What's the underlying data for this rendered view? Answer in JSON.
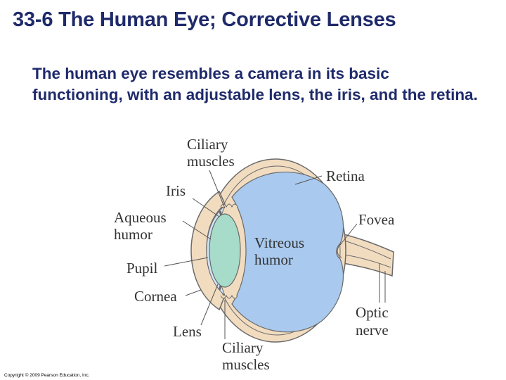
{
  "slide": {
    "title": "33-6 The Human Eye; Corrective Lenses",
    "body": "The human eye resembles a camera in its basic functioning, with an adjustable lens, the iris, and the retina.",
    "copyright": "Copyright © 2009 Pearson Education, Inc."
  },
  "diagram": {
    "labels": {
      "ciliary_top_1": "Ciliary",
      "ciliary_top_2": "muscles",
      "retina": "Retina",
      "iris": "Iris",
      "aqueous_1": "Aqueous",
      "aqueous_2": "humor",
      "fovea": "Fovea",
      "vitreous_1": "Vitreous",
      "vitreous_2": "humor",
      "pupil": "Pupil",
      "cornea": "Cornea",
      "optic_1": "Optic",
      "optic_2": "nerve",
      "lens": "Lens",
      "ciliary_bottom_1": "Ciliary",
      "ciliary_bottom_2": "muscles"
    },
    "colors": {
      "sclera": "#f2dcc0",
      "vitreous": "#a9c9ee",
      "lens": "#a6dcc9",
      "outline": "#6a6a6a"
    }
  }
}
